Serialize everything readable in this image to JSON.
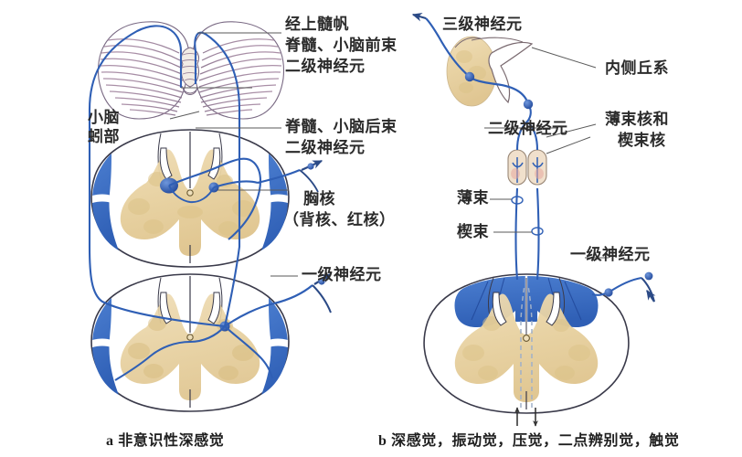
{
  "figure": {
    "title_a": "a 非意识性深感觉",
    "title_b": "b 深感觉，振动觉，压觉，二点辨别觉，触觉"
  },
  "panel_a": {
    "labels": {
      "superior_medullary_velum": "经上髓帆",
      "anterior_spinocerebellar": "脊髓、小脑前束",
      "second_order_neuron_1": "二级神经元",
      "cerebellar_vermis_l1": "小脑",
      "cerebellar_vermis_l2": "蚓部",
      "posterior_spinocerebellar": "脊髓、小脑后束",
      "second_order_neuron_2": "二级神经元",
      "thoracic_nucleus": "胸核",
      "thoracic_nucleus_alt": "（背核、红核）",
      "first_order_neuron": "一级神经元"
    }
  },
  "panel_b": {
    "labels": {
      "third_order_neuron": "三级神经元",
      "medial_lemniscus": "内侧丘系",
      "gracile_cuneate_nuclei_l1": "薄束核和",
      "gracile_cuneate_nuclei_l2": "楔束核",
      "second_order_neuron": "二级神经元",
      "gracile_fasciculus": "薄束",
      "cuneate_fasciculus": "楔束",
      "first_order_neuron": "一级神经元"
    }
  },
  "colors": {
    "tract_blue": "#2f5fb5",
    "funiculus_blue": "#3f73c8",
    "gray_matter_tan": "#e8d2a2",
    "cerebellum_mauve": "#9c8098",
    "outline": "#3a3a4a",
    "leader_line": "#555555",
    "text": "#2b2b2b"
  }
}
